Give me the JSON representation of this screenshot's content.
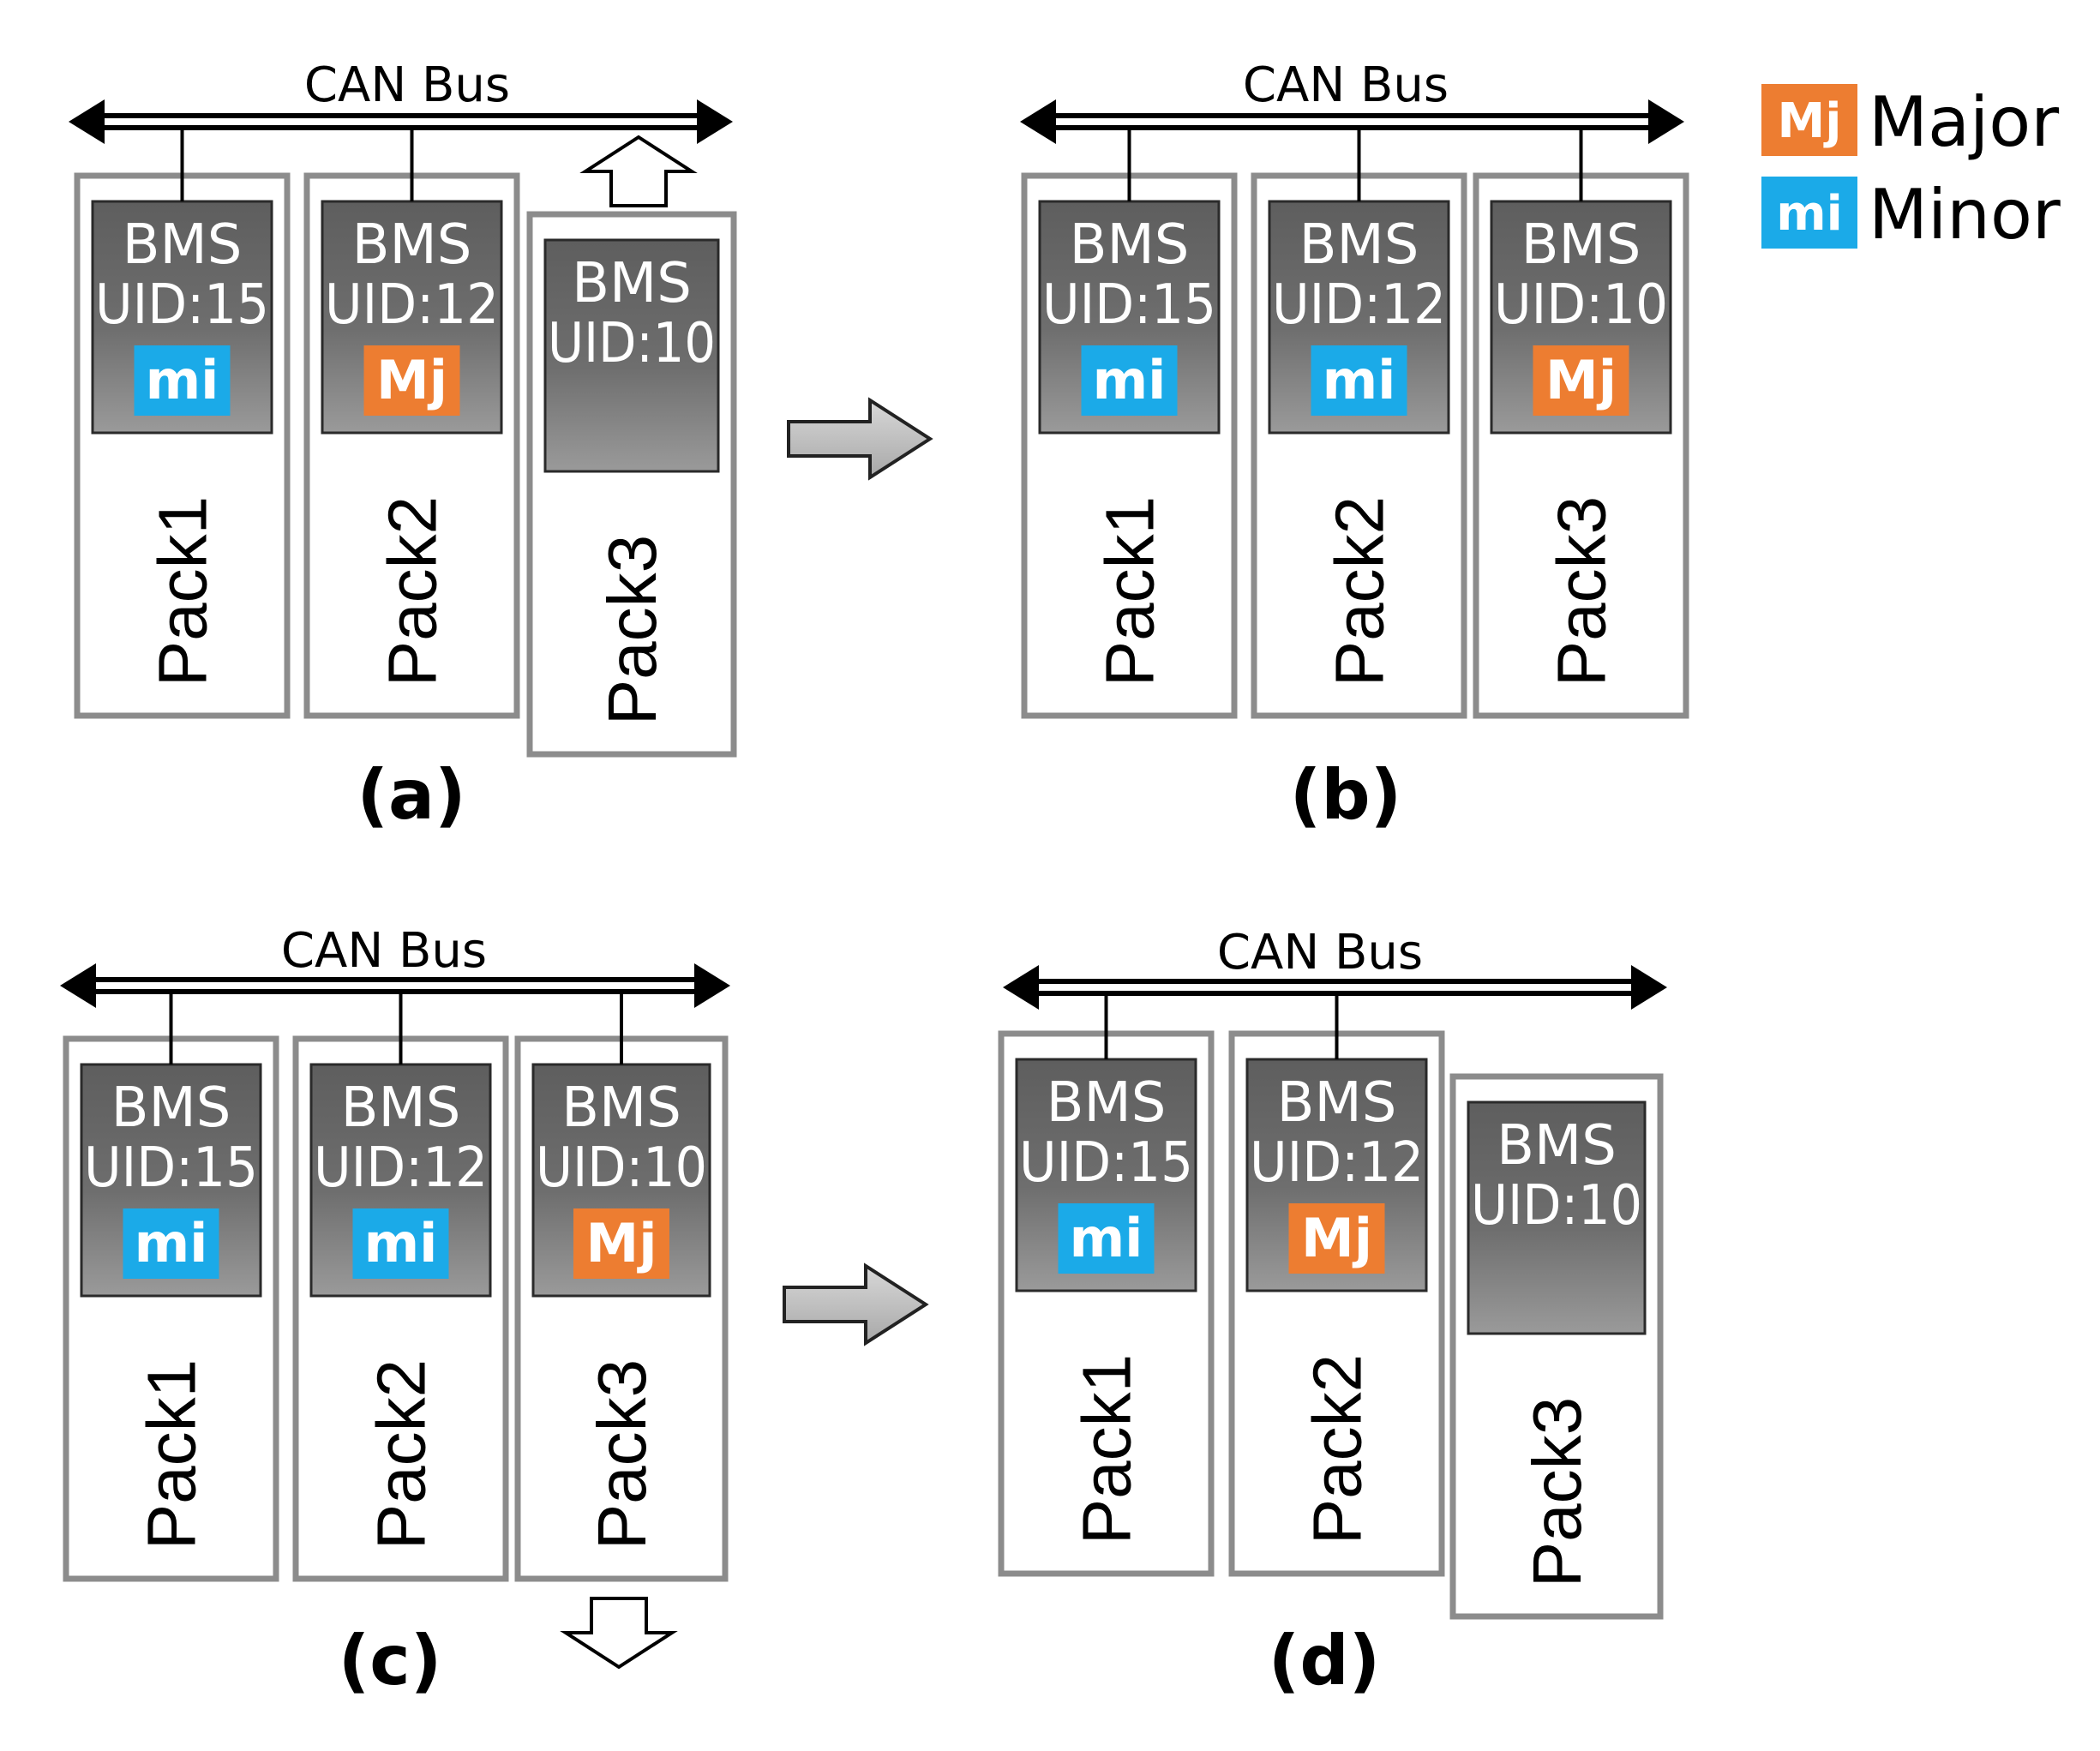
{
  "bus_label": "CAN Bus",
  "bms_label": "BMS",
  "badges": {
    "major": {
      "short": "Mj",
      "color": "#ED7D31"
    },
    "minor": {
      "short": "mi",
      "color": "#1BAAE8"
    }
  },
  "legend": [
    {
      "key": "major",
      "label": "Major"
    },
    {
      "key": "minor",
      "label": "Minor"
    }
  ],
  "panels": [
    {
      "label": "(a)",
      "arrow": "up",
      "packs": [
        {
          "name": "Pack1",
          "uid": "UID:15",
          "badge": "minor",
          "connected": true
        },
        {
          "name": "Pack2",
          "uid": "UID:12",
          "badge": "major",
          "connected": true
        },
        {
          "name": "Pack3",
          "uid": "UID:10",
          "badge": null,
          "connected": false
        }
      ]
    },
    {
      "label": "(b)",
      "arrow": null,
      "packs": [
        {
          "name": "Pack1",
          "uid": "UID:15",
          "badge": "minor",
          "connected": true
        },
        {
          "name": "Pack2",
          "uid": "UID:12",
          "badge": "minor",
          "connected": true
        },
        {
          "name": "Pack3",
          "uid": "UID:10",
          "badge": "major",
          "connected": true
        }
      ]
    },
    {
      "label": "(c)",
      "arrow": "down",
      "packs": [
        {
          "name": "Pack1",
          "uid": "UID:15",
          "badge": "minor",
          "connected": true
        },
        {
          "name": "Pack2",
          "uid": "UID:12",
          "badge": "minor",
          "connected": true
        },
        {
          "name": "Pack3",
          "uid": "UID:10",
          "badge": "major",
          "connected": true
        }
      ]
    },
    {
      "label": "(d)",
      "arrow": null,
      "packs": [
        {
          "name": "Pack1",
          "uid": "UID:15",
          "badge": "minor",
          "connected": true
        },
        {
          "name": "Pack2",
          "uid": "UID:12",
          "badge": "major",
          "connected": true
        },
        {
          "name": "Pack3",
          "uid": "UID:10",
          "badge": null,
          "connected": false
        }
      ]
    }
  ]
}
